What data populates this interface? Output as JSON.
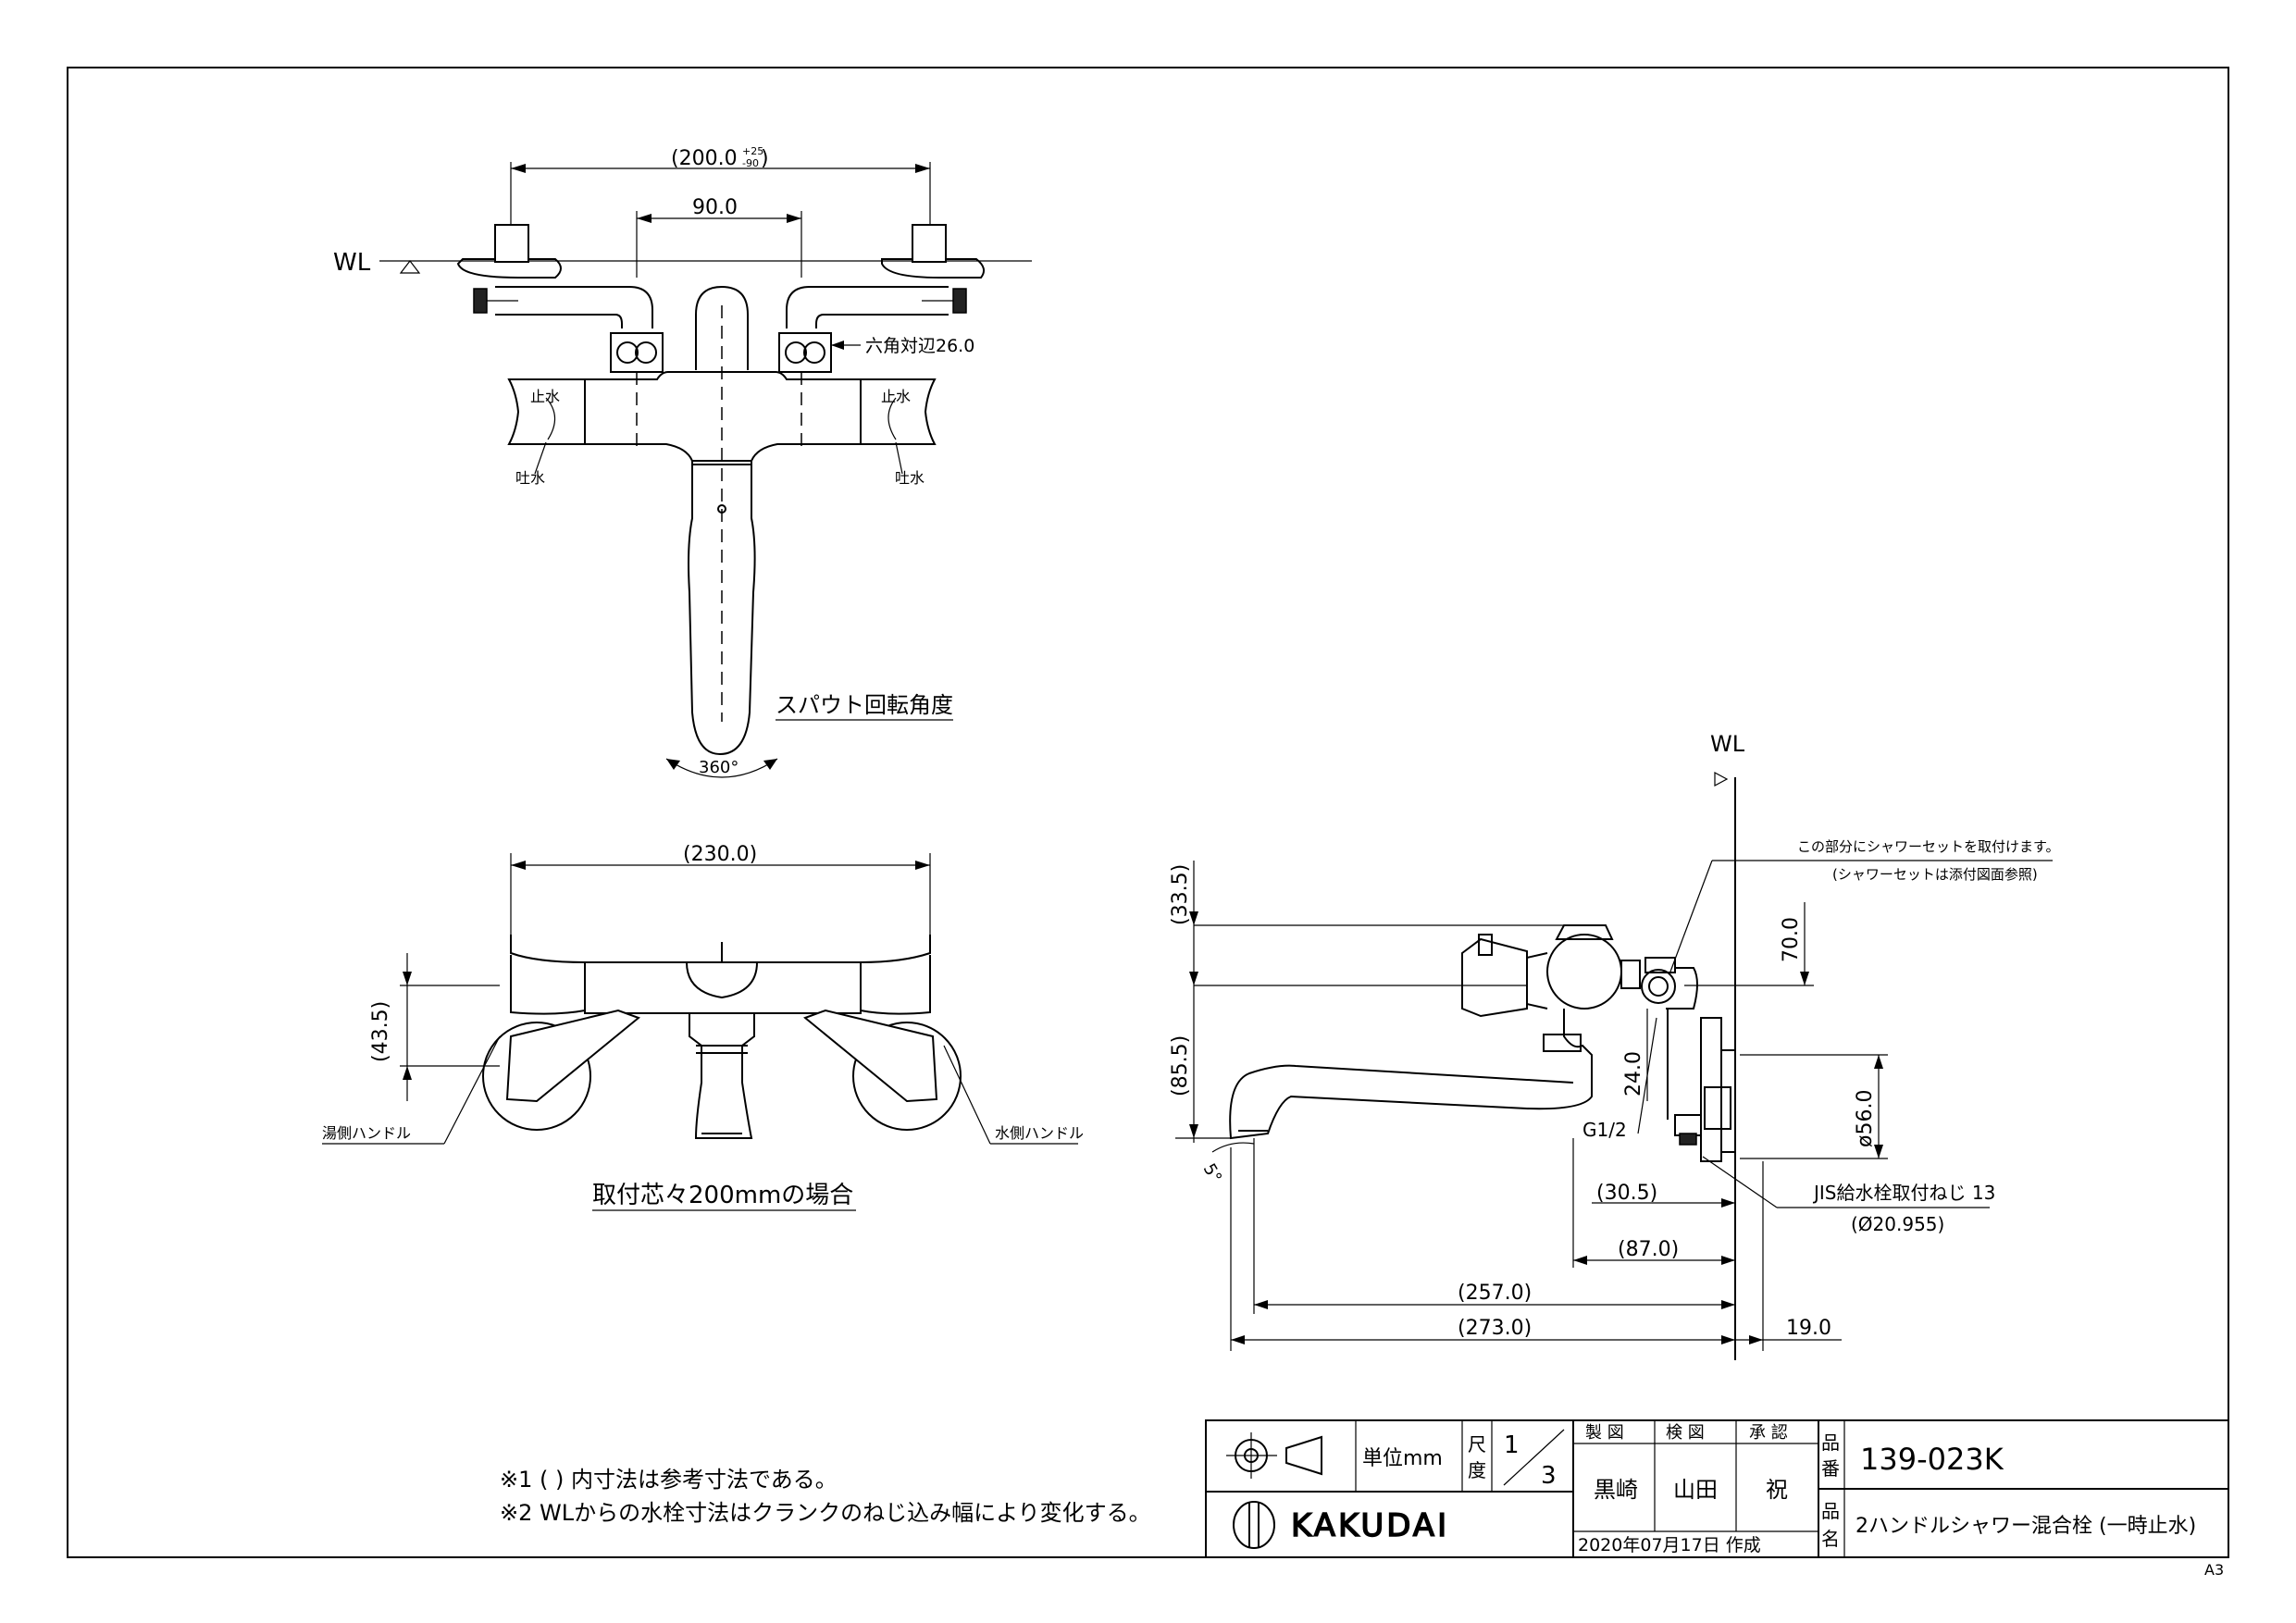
{
  "labels": {
    "wl": "WL",
    "dim_200": "(200.0",
    "dim_200_tol_top": "+25",
    "dim_200_tol_bot": "-90",
    "dim_90": "90.0",
    "hex": "六角対辺26.0",
    "stop_water": "止水",
    "spout_water": "吐水",
    "spout_rotation": "スパウト回転角度",
    "rotation_angle": "360°",
    "dim_230": "(230.0)",
    "dim_43_5": "(43.5)",
    "hot_handle": "湯側ハンドル",
    "cold_handle": "水側ハンドル",
    "mount_caption": "取付芯々200mmの場合",
    "shower_note_1": "この部分にシャワーセットを取付けます。",
    "shower_note_2": "(シャワーセットは添付図面参照)",
    "dim_33_5": "(33.5)",
    "dim_85_5": "(85.5)",
    "dim_70": "70.0",
    "dim_24": "24.0",
    "dim_56": "ø56.0",
    "g12": "G1/2",
    "angle_5": "5°",
    "jis": "JIS給水栓取付ねじ 13",
    "jis_dia": "(Ø20.955)",
    "dim_30_5": "(30.5)",
    "dim_87": "(87.0)",
    "dim_257": "(257.0)",
    "dim_273": "(273.0)",
    "dim_19": "19.0"
  },
  "notes": [
    "※1 ( ) 内寸法は参考寸法である。",
    "※2 WLからの水栓寸法はクランクのねじ込み幅により変化する。"
  ],
  "title_block": {
    "unit_label": "単位mm",
    "scale_label_1": "尺",
    "scale_label_2": "度",
    "scale_num": "1",
    "scale_den": "3",
    "made_label": "製 図",
    "checked_label": "検 図",
    "approved_label": "承 認",
    "made_by": "黒崎",
    "checked_by": "山田",
    "approved_by": "祝",
    "date": "2020年07月17日 作成",
    "part_no_label_1": "品",
    "part_no_label_2": "番",
    "part_name_label_1": "品",
    "part_name_label_2": "名",
    "part_no": "139-023K",
    "part_name": "2ハンドルシャワー混合栓 (一時止水)",
    "brand": "KAKUDAI"
  },
  "sheet_size": "A3"
}
